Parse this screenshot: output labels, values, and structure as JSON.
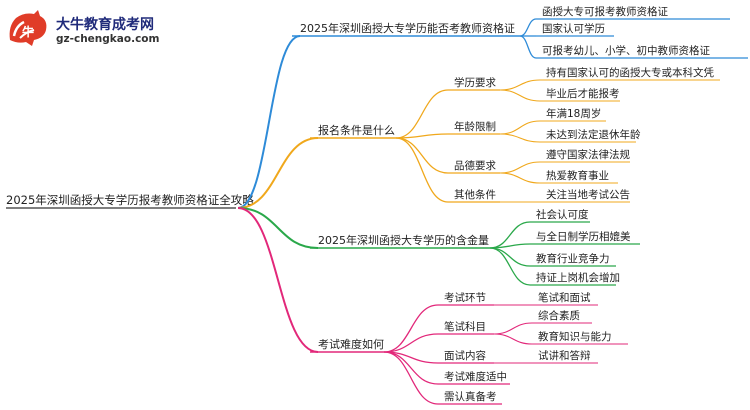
{
  "logo": {
    "name": "大牛教育成考网",
    "url": "gz-chengkao.com"
  },
  "colors": {
    "blue": "#2e8bd8",
    "orange": "#f0a81c",
    "green": "#2aa84a",
    "pink": "#e2287a",
    "text": "#222222"
  },
  "mindmap": {
    "root": "2025年深圳函授大专学历报考教师资格证全攻略",
    "branches": [
      {
        "label": "2025年深圳函授大专学历能否考教师资格证",
        "color": "blue",
        "children": [
          {
            "label": "函授大专可报考教师资格证"
          },
          {
            "label": "国家认可学历"
          },
          {
            "label": "可报考幼儿、小学、初中教师资格证"
          }
        ]
      },
      {
        "label": "报名条件是什么",
        "color": "orange",
        "children": [
          {
            "label": "学历要求",
            "children": [
              {
                "label": "持有国家认可的函授大专或本科文凭"
              },
              {
                "label": "毕业后才能报考"
              }
            ]
          },
          {
            "label": "年龄限制",
            "children": [
              {
                "label": "年满18周岁"
              },
              {
                "label": "未达到法定退休年龄"
              }
            ]
          },
          {
            "label": "品德要求",
            "children": [
              {
                "label": "遵守国家法律法规"
              },
              {
                "label": "热爱教育事业"
              }
            ]
          },
          {
            "label": "其他条件",
            "children": [
              {
                "label": "关注当地考试公告"
              }
            ]
          }
        ]
      },
      {
        "label": "2025年深圳函授大专学历的含金量",
        "color": "green",
        "children": [
          {
            "label": "社会认可度"
          },
          {
            "label": "与全日制学历相媲美"
          },
          {
            "label": "教育行业竞争力"
          },
          {
            "label": "持证上岗机会增加"
          }
        ]
      },
      {
        "label": "考试难度如何",
        "color": "pink",
        "children": [
          {
            "label": "考试环节",
            "children": [
              {
                "label": "笔试和面试"
              }
            ]
          },
          {
            "label": "笔试科目",
            "children": [
              {
                "label": "综合素质"
              },
              {
                "label": "教育知识与能力"
              }
            ]
          },
          {
            "label": "面试内容",
            "children": [
              {
                "label": "试讲和答辩"
              }
            ]
          },
          {
            "label": "考试难度适中"
          },
          {
            "label": "需认真备考"
          }
        ]
      }
    ]
  }
}
